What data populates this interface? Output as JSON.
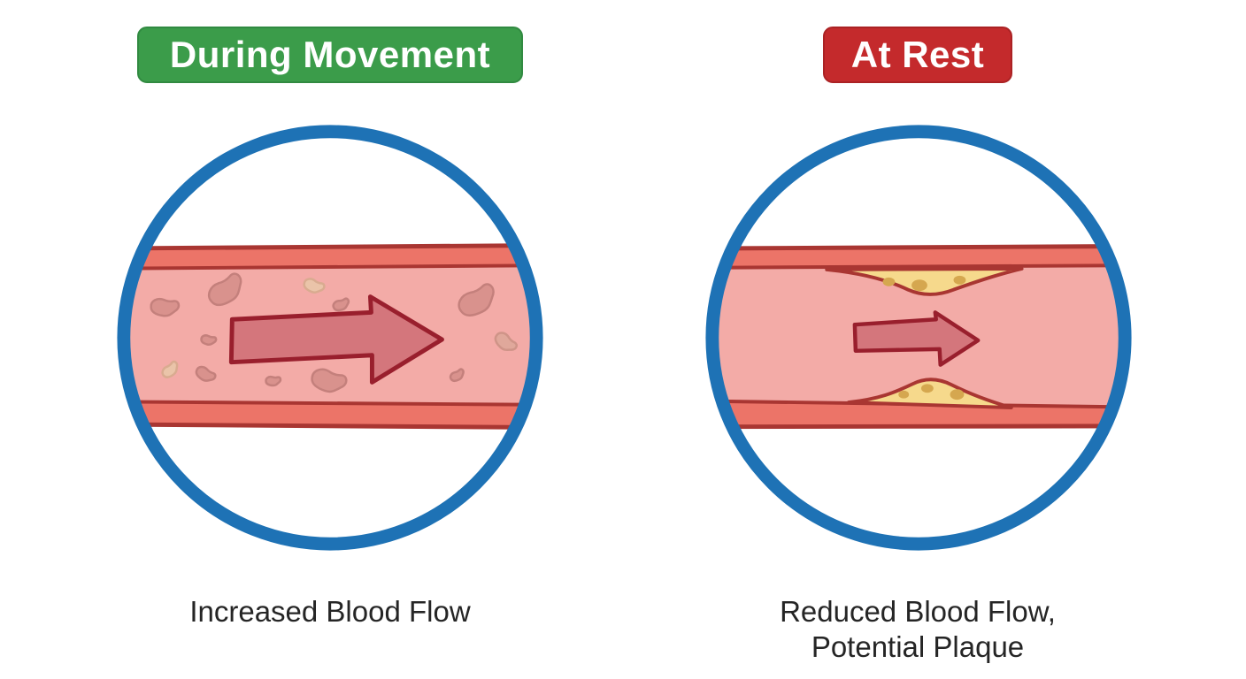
{
  "panels": [
    {
      "id": "during-movement",
      "badge": {
        "label": "During Movement",
        "background": "#3b9c4a",
        "text_color": "#ffffff"
      },
      "caption_lines": [
        "Increased Blood Flow"
      ],
      "illustration": {
        "name": "healthy-artery-wide-lumen",
        "elements": [
          "blue-circle-frame",
          "artery-wall",
          "open-lumen",
          "red-blood-cells",
          "large-flow-arrow-right"
        ]
      }
    },
    {
      "id": "at-rest",
      "badge": {
        "label": "At Rest",
        "background": "#c42a2c",
        "text_color": "#ffffff"
      },
      "caption_lines": [
        "Reduced Blood Flow,",
        "Potential Plaque"
      ],
      "illustration": {
        "name": "narrowed-artery-with-plaque",
        "elements": [
          "blue-circle-frame",
          "artery-wall",
          "narrowed-lumen",
          "plaque-deposits",
          "small-flow-arrow-right"
        ]
      }
    }
  ],
  "colors": {
    "background": "#ffffff",
    "circle_frame": "#1e72b5",
    "artery_wall": "#ec7468",
    "artery_outline": "#a93632",
    "lumen": "#f3aba7",
    "arrow_fill": "#d4767c",
    "arrow_outline": "#991f2d",
    "blood_cell_pink": "#d9928d",
    "blood_cell_pink_outline": "#c4807c",
    "blood_cell_beige": "#eac4a9",
    "blood_cell_beige_outline": "#d9ab90",
    "plaque_fill": "#f6d98c",
    "plaque_dots": "#d5a74f",
    "caption_text": "#252525"
  }
}
